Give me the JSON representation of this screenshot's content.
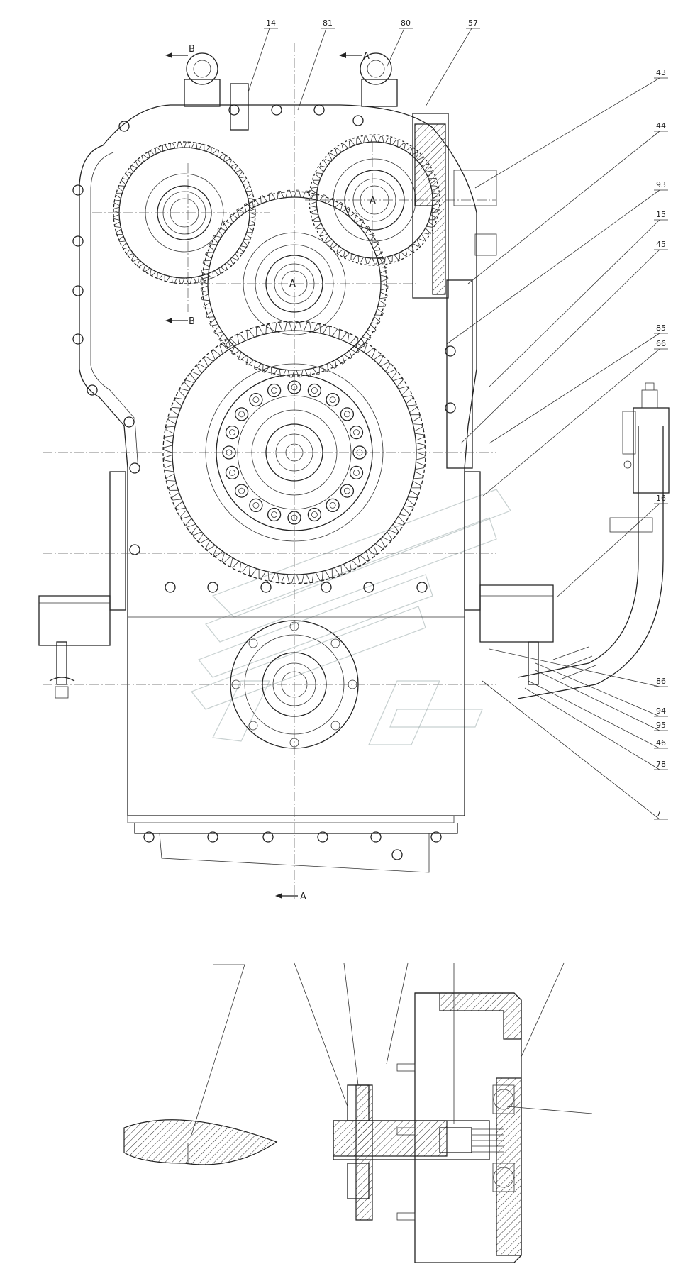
{
  "drawing": {
    "part_labels": [
      "14",
      "81",
      "80",
      "57",
      "43",
      "44",
      "93",
      "15",
      "45",
      "85",
      "66",
      "16",
      "86",
      "94",
      "95",
      "46",
      "78",
      "7"
    ],
    "section_marks": {
      "b_top": "B",
      "a_top": "A",
      "b_mid": "B",
      "a_bottom": "A",
      "gear_center_top": "A",
      "gear_center_mid": "A"
    }
  }
}
